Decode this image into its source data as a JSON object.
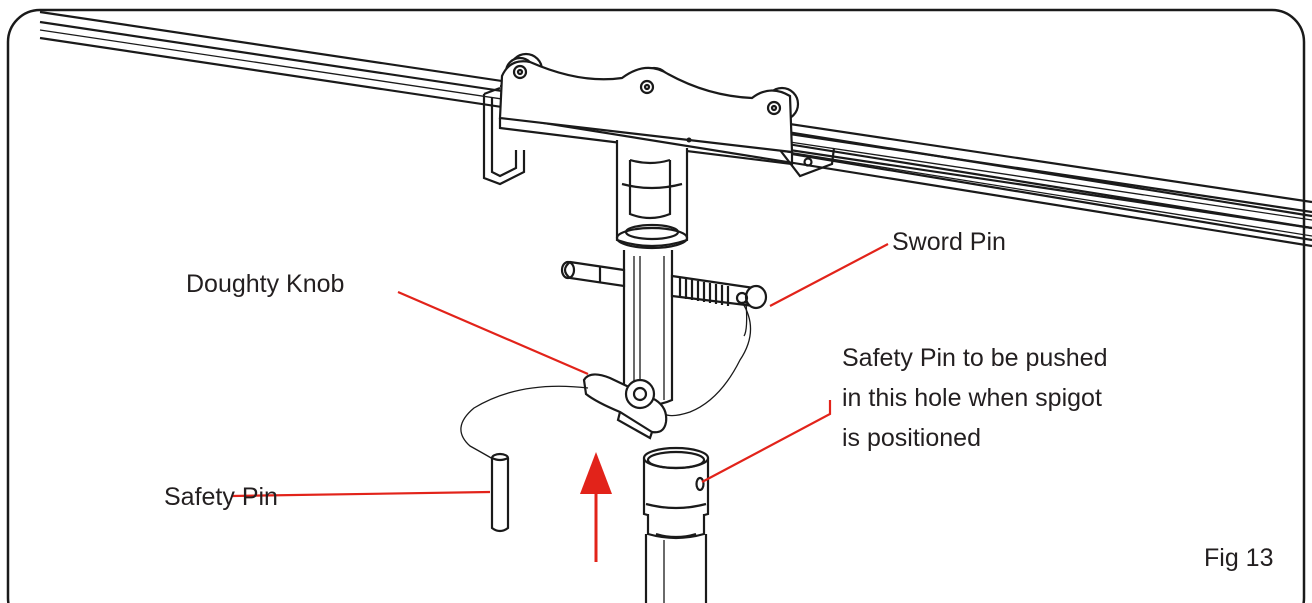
{
  "figure_label": "Fig 13",
  "callouts": {
    "sword_pin": "Sword Pin",
    "doughty_knob": "Doughty Knob",
    "safety_pin_hole": [
      "Safety Pin to be pushed",
      "in this hole when spigot",
      "is positioned"
    ],
    "safety_pin": "Safety Pin"
  },
  "colors": {
    "leader_line": "#e2231a",
    "arrow": "#e2231a",
    "line_art": "#1a1a1a",
    "frame": "#1a1a1a"
  }
}
